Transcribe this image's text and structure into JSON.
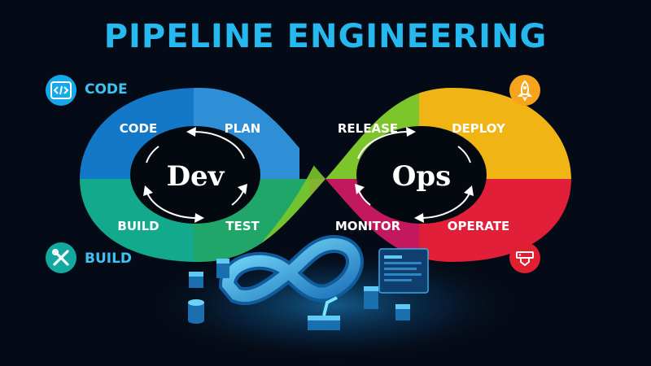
{
  "title": "PIPELINE ENGINEERING",
  "side_labels": {
    "code": "CODE",
    "build": "BUILD"
  },
  "stages": {
    "code": "CODE",
    "plan": "PLAN",
    "build": "BUILD",
    "test": "TEST",
    "release": "RELEASE",
    "deploy": "DEPLOY",
    "monitor": "MONITOR",
    "operate": "OPERATE"
  },
  "centers": {
    "dev": "Dev",
    "ops": "Ops"
  },
  "icons": {
    "code": "code-brackets-icon",
    "build": "wrench-screwdriver-icon",
    "deploy": "rocket-icon",
    "operate": "server-rack-icon"
  },
  "colors": {
    "background": "#050b16",
    "title": "#25b9ef",
    "code": "#1378c8",
    "plan": "#2f8fd6",
    "build": "#13a98d",
    "test": "#1fa668",
    "release": "#7cc52a",
    "deploy": "#f0b414",
    "monitor": "#c3185e",
    "operate": "#e11f38",
    "badge_code": "#15a9e8",
    "badge_build": "#13a9a0",
    "badge_deploy": "#f6a41c",
    "badge_operate": "#e01f30"
  }
}
